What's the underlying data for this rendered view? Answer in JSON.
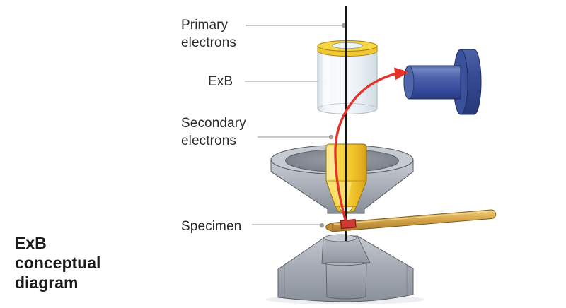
{
  "title": {
    "text": "ExB conceptual diagram"
  },
  "labels": {
    "primary": "Primary electrons",
    "exb": "ExB",
    "secondary": "Secondary electrons",
    "specimen": "Specimen"
  },
  "colors": {
    "label_text": "#2b2b2b",
    "title_text": "#1c1c1c",
    "leader_gray": "#b5b5b5",
    "leader_dot": "#9e9e9e",
    "beam_black": "#151515",
    "arrow_red": "#e63128",
    "specimen_red": "#cf3a34",
    "detector_blue": "#3b509b",
    "pole_yellow": "#f4cc33",
    "metal_gray": "#a9aeb8",
    "rod_gold": "#ddad52",
    "background": "#ffffff"
  }
}
